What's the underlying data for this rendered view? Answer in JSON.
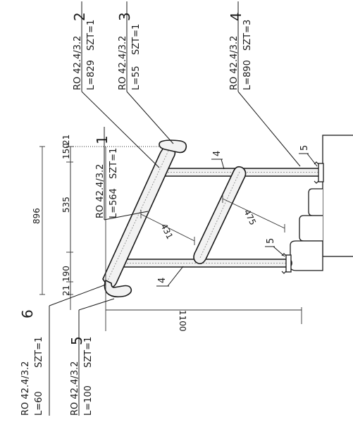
{
  "labels": {
    "l2": {
      "spec": "RO 42.4/3.2",
      "len": "L=829",
      "szt": "SZT=1",
      "num": "2"
    },
    "l3": {
      "spec": "RO 42.4/3.2",
      "len": "L=55",
      "szt": "SZT=1",
      "num": "3"
    },
    "l4": {
      "spec": "RO 42.4/3.2",
      "len": "L=890",
      "szt": "SZT=3",
      "num": "4"
    },
    "l1": {
      "spec": "RO 42.4/3.2",
      "len": "L=564",
      "szt": "SZT=1",
      "num": "1"
    },
    "l6": {
      "spec": "RO 42.4/3.2",
      "len": "L=60",
      "szt": "SZT=1",
      "num": "6"
    },
    "l5": {
      "spec": "RO 42.4/3.2",
      "len": "L=100",
      "szt": "SZT=1",
      "num": "5"
    }
  },
  "dimensions": {
    "d896": "896",
    "d535": "535",
    "d150": "150",
    "d21_top": "21",
    "d21_bottom": "21",
    "d190": "190",
    "d431": "431",
    "d475": "475",
    "d1100": "1100"
  },
  "markers": {
    "m4a": "4",
    "m4b": "4",
    "m5a": "5",
    "m5b": "5"
  }
}
